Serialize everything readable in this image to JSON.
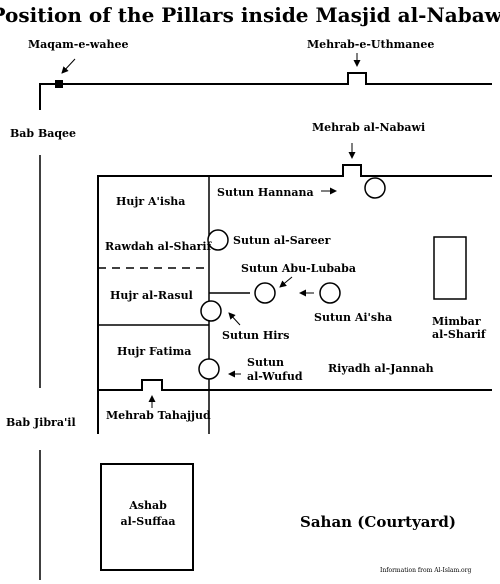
{
  "title": "Position of the Pillars inside Masjid al-Nabawi",
  "labels": {
    "maqam_e_wahee": "Maqam-e-wahee",
    "mehrab_e_uthmanee": "Mehrab-e-Uthmanee",
    "bab_baqee": "Bab Baqee",
    "mehrab_al_nabawi": "Mehrab al-Nabawi",
    "sutun_hannana": "Sutun Hannana",
    "hujr_aisha": "Hujr A'isha",
    "sutun_al_sareer": "Sutun al-Sareer",
    "rawdah_al_sharif": "Rawdah al-Sharif",
    "sutun_abu_lubaba": "Sutun Abu-Lubaba",
    "hujr_al_rasul": "Hujr al-Rasul",
    "sutun_aisha": "Sutun Ai'sha",
    "sutun_hirs": "Sutun Hirs",
    "minbar_1": "Mimbar",
    "minbar_2": "al-Sharif",
    "hujr_fatima": "Hujr Fatima",
    "sutun_al_wufud_1": "Sutun",
    "sutun_al_wufud_2": "al-Wufud",
    "riyadh_al_jannah": "Riyadh al-Jannah",
    "bab_jibrail": "Bab Jibra'il",
    "mehrab_tahajjud": "Mehrab Tahajjud",
    "ashab_al_suffaa_1": "Ashab",
    "ashab_al_suffaa_2": "al-Suffaa",
    "sahan": "Sahan (Courtyard)",
    "credit": "Information from Al-Islam.org"
  }
}
